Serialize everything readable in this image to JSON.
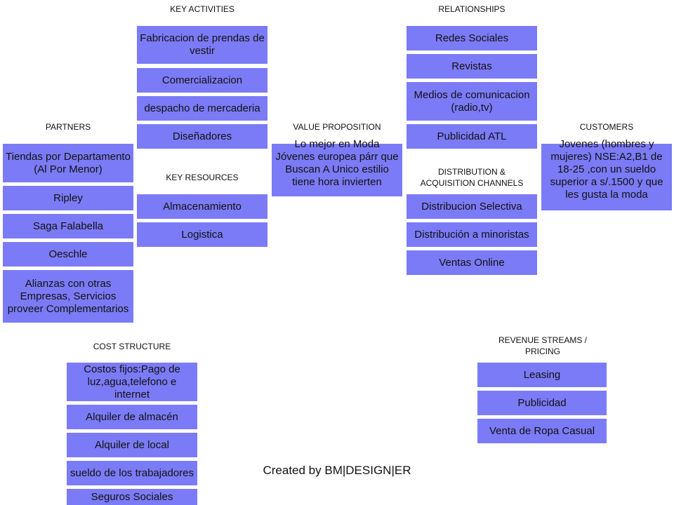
{
  "headings": {
    "key_activities": "KEY ACTIVITIES",
    "relationships": "RELATIONSHIPS",
    "partners": "PARTNERS",
    "value_proposition": "VALUE PROPOSITION",
    "customers": "CUSTOMERS",
    "key_resources": "KEY RESOURCES",
    "distribution": "DISTRIBUTION  &\nACQUISITION  CHANNELS",
    "cost_structure": "COST  STRUCTURE",
    "revenue_streams": "REVENUE  STREAMS  /\nPRICING"
  },
  "partners": [
    "Tiendas por Departamento (Al Por Menor)",
    "Ripley",
    "Saga Falabella",
    "Oeschle",
    "Alianzas con otras Empresas,  Servicios proveer Complementarios"
  ],
  "key_activities": [
    "Fabricacion de prendas de vestir",
    "Comercializacion",
    "despacho de mercaderia",
    "Diseñadores"
  ],
  "key_resources": [
    "Almacenamiento",
    "Logistica"
  ],
  "value_proposition": "Lo mejor en Moda Jóvenes europea párr que Buscan A Unico estilio tiene hora invierten",
  "relationships": [
    "Redes Sociales",
    "Revistas",
    "Medios de comunicacion (radio,tv)",
    "Publicidad ATL"
  ],
  "channels": [
    "Distribucion Selectiva",
    "Distribución a minoristas",
    "Ventas Online"
  ],
  "customers": "Jovenes (hombres y mujeres) NSE:A2,B1 de 18-25 ,con un sueldo superior a s/.1500 y que les gusta la moda",
  "cost_structure": [
    "Costos fijos:Pago de luz,agua,telefono e internet",
    "Alquiler de almacén",
    "Alquiler de local",
    "sueldo de los trabajadores",
    "Seguros Sociales"
  ],
  "revenue_streams": [
    "Leasing",
    "Publicidad",
    "Venta de Ropa Casual"
  ],
  "footer": "Created by BM|DESIGN|ER",
  "colors": {
    "box_fill": "#7b7bf7",
    "text": "#111111",
    "background": "#ffffff"
  }
}
